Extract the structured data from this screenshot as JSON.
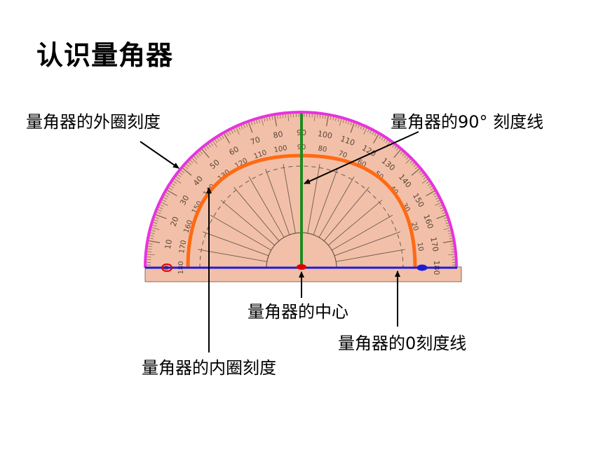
{
  "title": "认识量角器",
  "labels": {
    "outer_scale": "量角器的外圈刻度",
    "ninety_line": "量角器的90° 刻度线",
    "center": "量角器的中心",
    "zero_line": "量角器的0刻度线",
    "inner_scale": "量角器的内圈刻度"
  },
  "scale": {
    "outer_ticks": [
      "0",
      "10",
      "20",
      "30",
      "40",
      "50",
      "60",
      "70",
      "80",
      "90",
      "100",
      "110",
      "120",
      "130",
      "140",
      "150",
      "160",
      "170",
      "180"
    ],
    "inner_ticks": [
      "180",
      "170",
      "160",
      "150",
      "140",
      "130",
      "120",
      "110",
      "100",
      "90",
      "80",
      "70",
      "60",
      "50",
      "40",
      "30",
      "20",
      "10",
      "0"
    ]
  },
  "colors": {
    "protractor_fill": "#f2c0a8",
    "outer_arc": "#e832e0",
    "inner_arc": "#ff6a14",
    "ninety_line": "#1e8a1e",
    "zero_line": "#1c1cd8",
    "highlight": "#e00000"
  }
}
